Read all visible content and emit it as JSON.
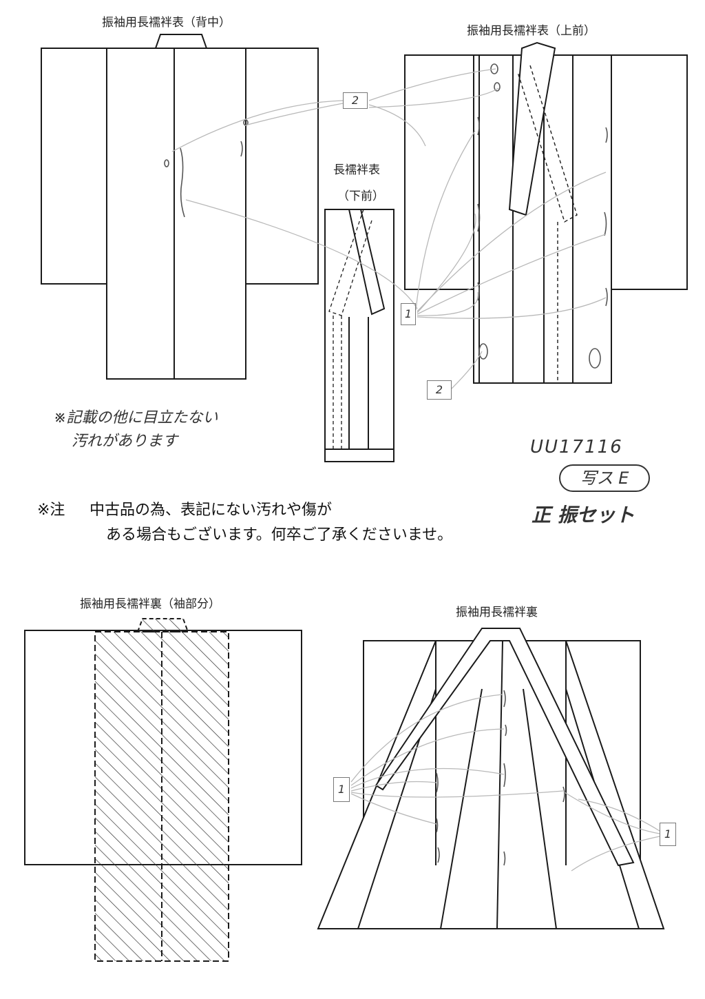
{
  "diagrams": {
    "back": {
      "title": "振袖用長襦袢表（背中）"
    },
    "upper_front": {
      "title": "振袖用長襦袢表（上前）"
    },
    "lower_front": {
      "title_line1": "長襦袢表",
      "title_line2": "（下前）"
    },
    "lining_sleeve": {
      "title": "振袖用長襦袢裏（袖部分）"
    },
    "lining": {
      "title": "振袖用長襦袢裏"
    }
  },
  "stain_markers": {
    "m1": "2",
    "m2": "1",
    "m3": "2",
    "m4": "1",
    "m5": "1"
  },
  "handwritten": {
    "remark_line1": "※記載の他に目立たない",
    "remark_line2": "汚れがあります",
    "code": "UU17116",
    "circled": "写ス E",
    "set_name": "正 振セット"
  },
  "notice": {
    "mark": "※注",
    "line1": "中古品の為、表記にない汚れや傷が",
    "line2": "ある場合もございます。何卒ご了承くださいませ。"
  },
  "colors": {
    "ink": "#1a1a1a",
    "pencil": "#b8b8b8",
    "stain": "#555555"
  }
}
